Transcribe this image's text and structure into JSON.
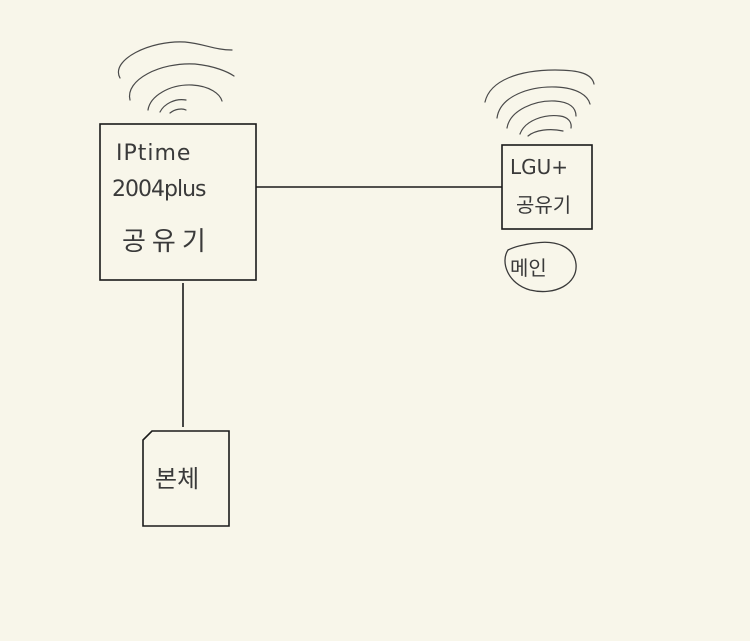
{
  "diagram": {
    "nodes": {
      "ipfime_router": {
        "line1": "IPtime",
        "line2": "2004plus",
        "line3": "공유기"
      },
      "lgu_router": {
        "line1": "LGU+",
        "line2": "공유기",
        "badge": "메인"
      },
      "pc": {
        "label": "본체"
      }
    },
    "edges": [
      {
        "from": "ipfime_router",
        "to": "lgu_router"
      },
      {
        "from": "ipfime_router",
        "to": "pc"
      }
    ],
    "colors": {
      "background": "#f8f6ea",
      "stroke": "#1a1a1a",
      "handwriting": "#3a3a3a"
    }
  }
}
